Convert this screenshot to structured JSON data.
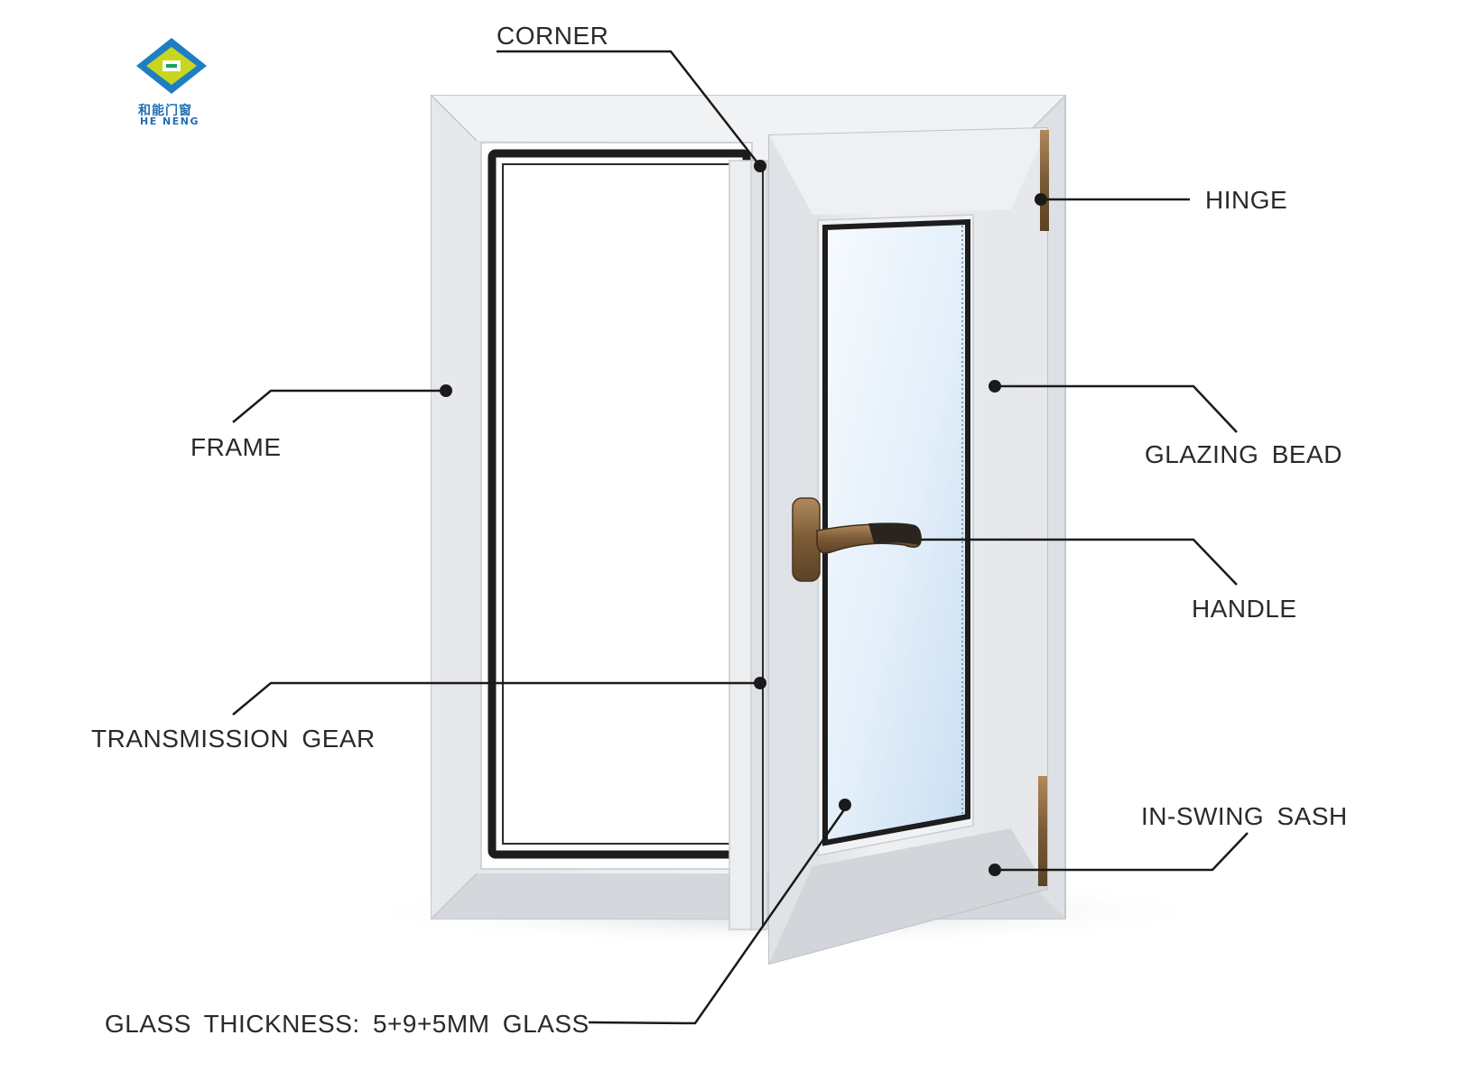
{
  "logo": {
    "cn": "和能门窗",
    "en": "HE NENG",
    "colors": {
      "diamond": "#1f7ec3",
      "inner": "#c8d620",
      "accent": "#17a35a"
    }
  },
  "labels": {
    "corner": "CORNER",
    "hinge": "HINGE",
    "frame": "FRAME",
    "glazing_bead": "GLAZING  BEAD",
    "handle": "HANDLE",
    "transmission_gear": "TRANSMISSION  GEAR",
    "in_swing_sash": "IN-SWING  SASH",
    "glass_thickness": "GLASS  THICKNESS: 5+9+5MM GLASS"
  },
  "colors": {
    "profile": "#e9ebee",
    "profile_shade": "#cfd2d6",
    "gasket": "#1d1d1d",
    "glass": "#dbeaf7",
    "hardware": "#8a6a45",
    "leader": "#1a1a1a"
  }
}
